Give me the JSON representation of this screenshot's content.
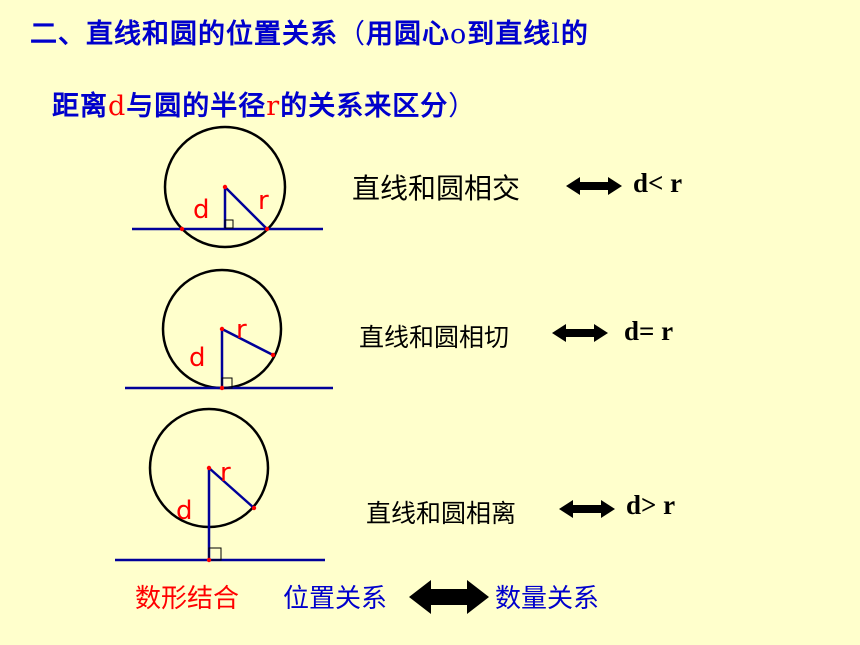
{
  "title": {
    "line1_prefix": "二、直线和圆的位置关系",
    "line1_paren_open": "（",
    "line1_mid1": "用圆心",
    "line1_o": "o",
    "line1_mid2": "到直线",
    "line1_l": "l",
    "line1_end": "的",
    "line2_start": "距离",
    "line2_d": "d",
    "line2_mid": "与圆的半径",
    "line2_r": "r",
    "line2_end": "的关系来区分",
    "line2_paren_close": "）"
  },
  "rows": [
    {
      "relation": "直线和圆相交",
      "condition": "d< r",
      "d_label": "d",
      "r_label": "r"
    },
    {
      "relation": "直线和圆相切",
      "condition": "d= r",
      "d_label": "d",
      "r_label": "r"
    },
    {
      "relation": "直线和圆相离",
      "condition": "d> r",
      "d_label": "d",
      "r_label": "r"
    }
  ],
  "bottom": {
    "left": "数形结合",
    "middle": "位置关系",
    "right": "数量关系"
  },
  "colors": {
    "background": "#FFFFCC",
    "title": "#0000CC",
    "accent_red": "#FF0000",
    "line_blue": "#000099",
    "arrow": "#000000"
  }
}
